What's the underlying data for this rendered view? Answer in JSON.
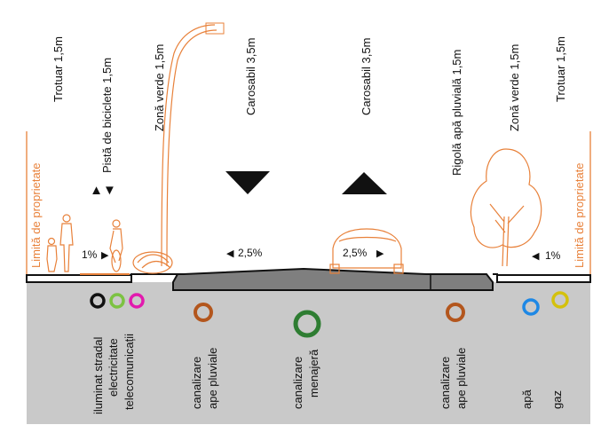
{
  "colors": {
    "orange": "#e8813a",
    "ground": "#c9c9c9",
    "road": "#7f7f7f",
    "black": "#111111",
    "white": "#ffffff",
    "utility_iluminat": "#111111",
    "utility_electricitate": "#7cc242",
    "utility_telecom": "#e21aae",
    "utility_pluviale": "#b3561d",
    "utility_menajera": "#2e7d32",
    "utility_apa": "#1e88e5",
    "utility_gaz": "#d4c10d"
  },
  "top_labels": {
    "trotuar_left": "Trotuar 1,5m",
    "pista": "Pistă de biciclete 1,5m",
    "zona_verde_left": "Zonă verde 1,5m",
    "carosabil_left": "Carosabil 3,5m",
    "carosabil_right": "Carosabil 3,5m",
    "rigola": "Rigolă apă pluvială 1,5m",
    "zona_verde_right": "Zonă verde 1,5m",
    "trotuar_right": "Trotuar 1,5m"
  },
  "property_limit": {
    "left": "Limită de proprietate",
    "right": "Limită de proprietate"
  },
  "slopes": {
    "sidewalk_left": "1%",
    "road_left": "2,5%",
    "road_right": "2,5%",
    "sidewalk_right": "1%"
  },
  "bike_direction_symbol": "▲▼",
  "utilities": {
    "left_group": [
      "iluminat stradal",
      "electricitate",
      "telecomunicații"
    ],
    "pluviale_left": [
      "canalizare",
      "ape pluviale"
    ],
    "menajera": [
      "canalizare",
      "menajeră"
    ],
    "pluviale_right": [
      "canalizare",
      "ape pluviale"
    ],
    "apa": "apă",
    "gaz": "gaz"
  }
}
